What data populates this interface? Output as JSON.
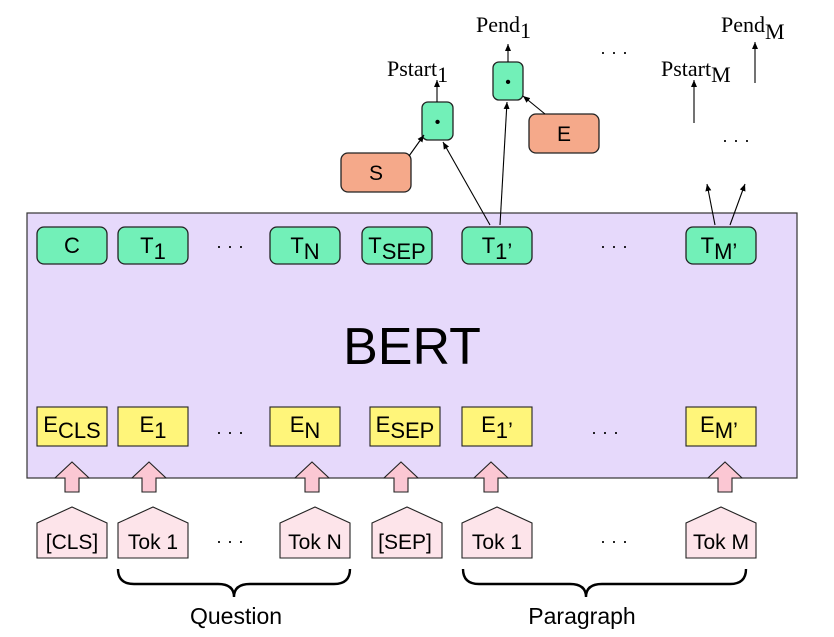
{
  "diagram": {
    "title": "BERT",
    "ellipsis": "· · ·",
    "output_tokens": [
      {
        "main": "C",
        "sub": ""
      },
      {
        "main": "T",
        "sub": "1"
      },
      {
        "main": "T",
        "sub": "N"
      },
      {
        "main": "T",
        "sub": "SEP"
      },
      {
        "main": "T",
        "sub": "1’"
      },
      {
        "main": "T",
        "sub": "M’"
      }
    ],
    "embeddings": [
      {
        "main": "E",
        "sub": "CLS"
      },
      {
        "main": "E",
        "sub": "1"
      },
      {
        "main": "E",
        "sub": "N"
      },
      {
        "main": "E",
        "sub": "SEP"
      },
      {
        "main": "E",
        "sub": "1’"
      },
      {
        "main": "E",
        "sub": "M’"
      }
    ],
    "input_tokens": [
      "[CLS]",
      "Tok 1",
      "Tok N",
      "[SEP]",
      "Tok 1",
      "Tok M"
    ],
    "groups": {
      "question": "Question",
      "paragraph": "Paragraph"
    },
    "start_vector": "S",
    "end_vector": "E",
    "dot_symbol": "•",
    "outputs": {
      "pstart1": {
        "main": "Pstart",
        "sub": "1"
      },
      "pend1": {
        "main": "Pend",
        "sub": "1"
      },
      "pstartM": {
        "main": "Pstart",
        "sub": "M"
      },
      "pendM": {
        "main": "Pend",
        "sub": "M"
      }
    },
    "colors": {
      "bert_panel": "#e6d9fb",
      "output_box": "#72f0b8",
      "embedding_box": "#fff57a",
      "vector_box": "#f5a98a",
      "input_token": "#fde4ea",
      "input_arrow": "#fbc7d3"
    }
  }
}
